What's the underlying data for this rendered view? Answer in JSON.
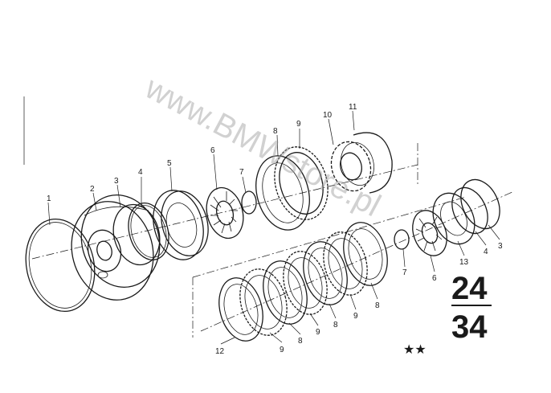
{
  "diagram": {
    "callouts": [
      {
        "id": "c1",
        "text": "1"
      },
      {
        "id": "c2",
        "text": "2"
      },
      {
        "id": "c3",
        "text": "3"
      },
      {
        "id": "c4",
        "text": "4"
      },
      {
        "id": "c5",
        "text": "5"
      },
      {
        "id": "c6",
        "text": "6"
      },
      {
        "id": "c7",
        "text": "7"
      },
      {
        "id": "c8",
        "text": "8"
      },
      {
        "id": "c9",
        "text": "9"
      },
      {
        "id": "c10",
        "text": "10"
      },
      {
        "id": "c11",
        "text": "11"
      },
      {
        "id": "c3b",
        "text": "3"
      },
      {
        "id": "c4b",
        "text": "4"
      },
      {
        "id": "c13",
        "text": "13"
      },
      {
        "id": "c6b",
        "text": "6"
      },
      {
        "id": "c7b",
        "text": "7"
      },
      {
        "id": "c8b",
        "text": "8"
      },
      {
        "id": "c9b",
        "text": "9"
      },
      {
        "id": "c8c",
        "text": "8"
      },
      {
        "id": "c9c",
        "text": "9"
      },
      {
        "id": "c8d",
        "text": "8"
      },
      {
        "id": "c9d",
        "text": "9"
      },
      {
        "id": "c12",
        "text": "12"
      }
    ],
    "section_top": "24",
    "section_bottom": "34",
    "stars": "★★",
    "watermark": "www.BMWstore.pl"
  }
}
